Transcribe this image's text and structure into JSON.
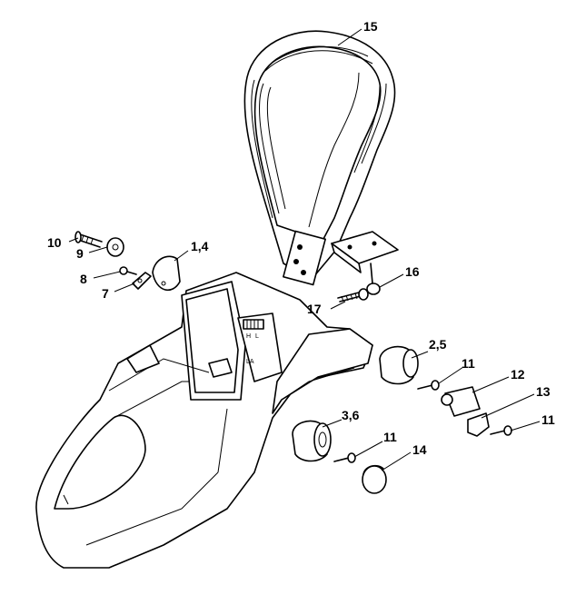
{
  "diagram": {
    "type": "exploded-parts-diagram",
    "callouts": [
      {
        "id": "15",
        "label": "15",
        "part": "handlebar"
      },
      {
        "id": "10",
        "label": "10",
        "part": "screw"
      },
      {
        "id": "9",
        "label": "9",
        "part": "washer"
      },
      {
        "id": "1,4",
        "label": "1,4",
        "part": "cover"
      },
      {
        "id": "8",
        "label": "8",
        "part": "screw"
      },
      {
        "id": "7",
        "label": "7",
        "part": "plate"
      },
      {
        "id": "16",
        "label": "16",
        "part": "screw"
      },
      {
        "id": "17",
        "label": "17",
        "part": "screw"
      },
      {
        "id": "2,5",
        "label": "2,5",
        "part": "buffer"
      },
      {
        "id": "11a",
        "label": "11",
        "part": "screw"
      },
      {
        "id": "12",
        "label": "12",
        "part": "stop"
      },
      {
        "id": "13",
        "label": "13",
        "part": "clip"
      },
      {
        "id": "11b",
        "label": "11",
        "part": "screw"
      },
      {
        "id": "3,6",
        "label": "3,6",
        "part": "buffer"
      },
      {
        "id": "11c",
        "label": "11",
        "part": "screw"
      },
      {
        "id": "14",
        "label": "14",
        "part": "plug"
      }
    ],
    "housing_markings": [
      "H",
      "L",
      "LA"
    ]
  }
}
